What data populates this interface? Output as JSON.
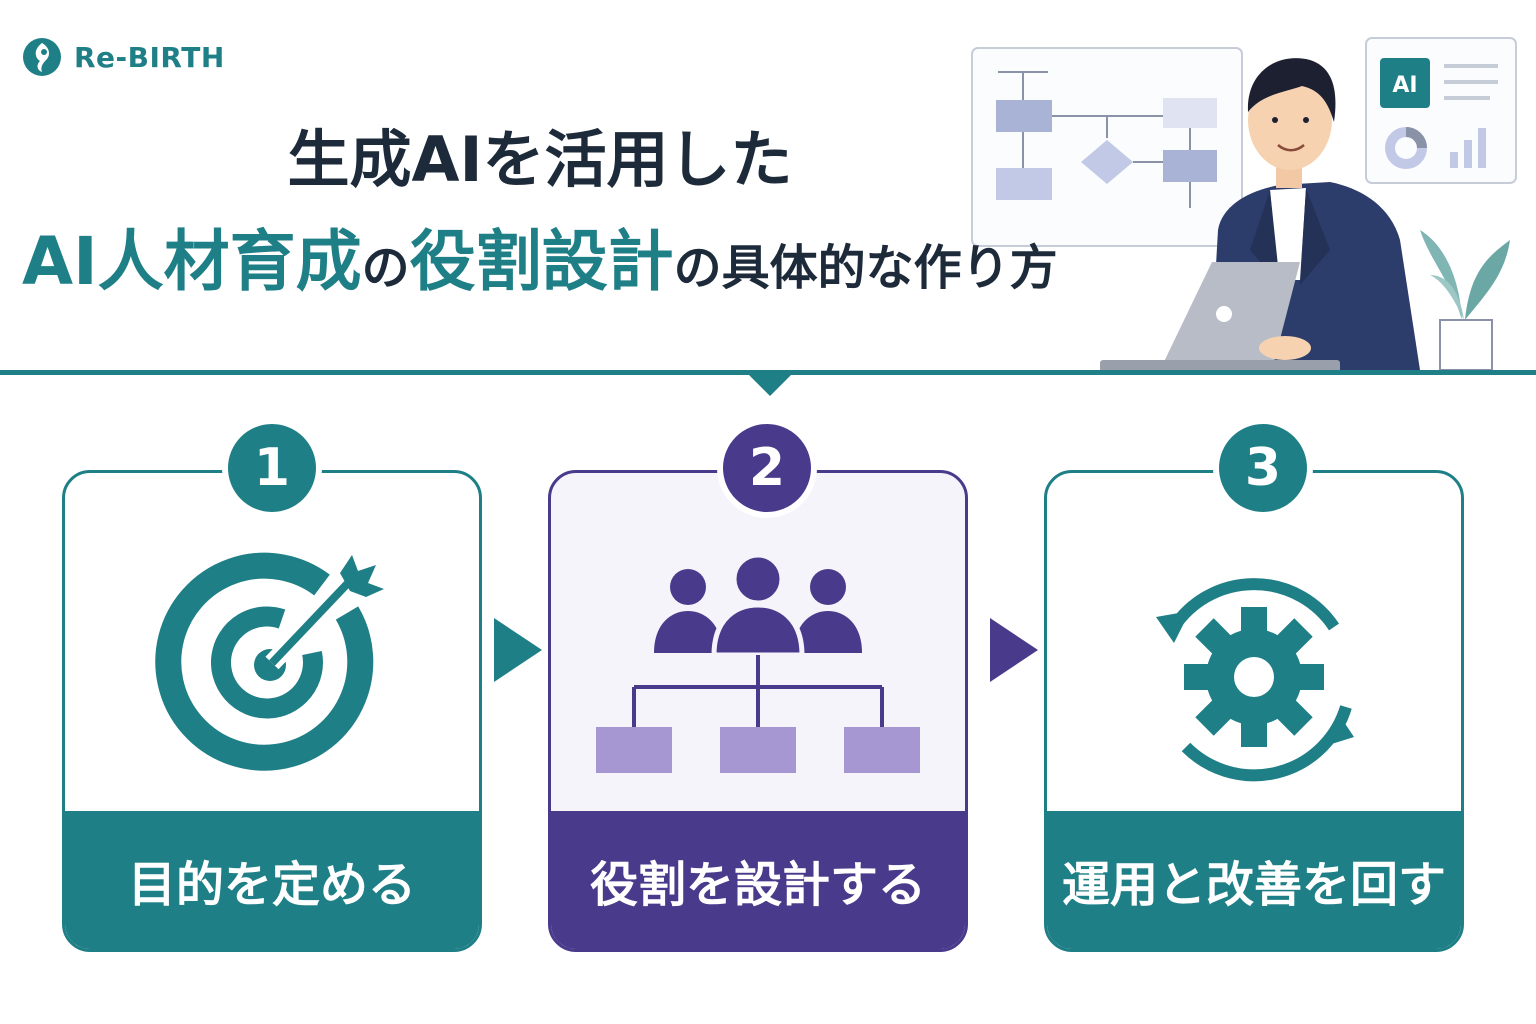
{
  "brand": {
    "name": "Re-BIRTH"
  },
  "title": {
    "line1": "生成AIを活用した",
    "line2_parts": [
      "AI人材育成",
      "の",
      "役割設計",
      "の具体的な作り方"
    ]
  },
  "illustration": {
    "ai_badge": "AI"
  },
  "steps": [
    {
      "number": "1",
      "label": "目的を定める",
      "icon": "target-arrow-icon"
    },
    {
      "number": "2",
      "label": "役割を設計する",
      "icon": "org-chart-icon"
    },
    {
      "number": "3",
      "label": "運用と改善を回す",
      "icon": "gear-cycle-icon"
    }
  ],
  "colors": {
    "teal": "#1f7f86",
    "purple": "#4a3a8c",
    "purple_light": "#a696d2",
    "dark_text": "#1d2a3a"
  }
}
